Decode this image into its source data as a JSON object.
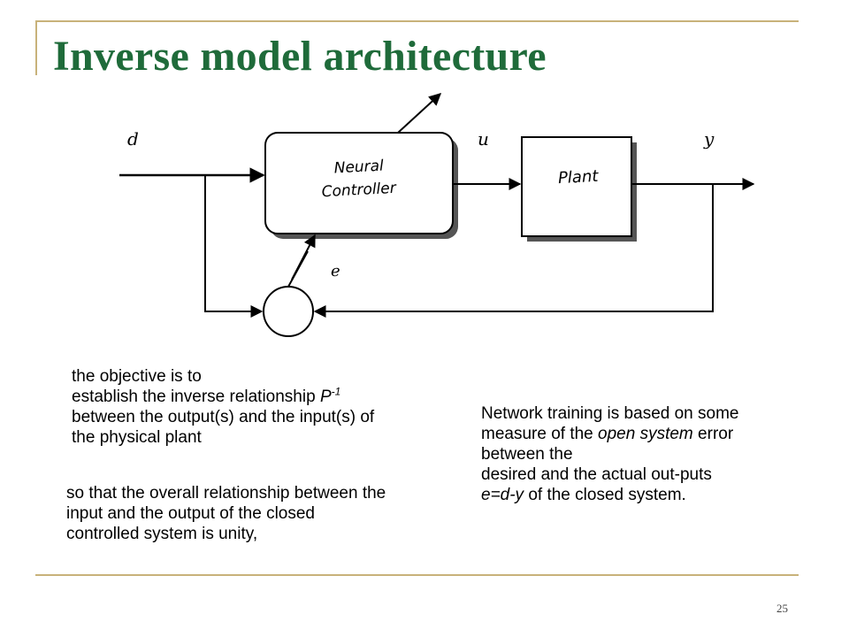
{
  "slide": {
    "title": "Inverse model architecture",
    "page_number": "25"
  },
  "diagram": {
    "input_label": "d",
    "control_label": "u",
    "output_label": "y",
    "error_label": "e",
    "controller_label_line1": "Neural",
    "controller_label_line2": "Controller",
    "plant_label": "Plant"
  },
  "left_text": {
    "line1": "the objective is to",
    "line2_prefix": "establish the inverse relationship ",
    "line2_symbol": "P",
    "line2_superscript": "-1",
    "line3": "between the output(s) and the input(s) of",
    "line4": "the physical plant",
    "unity_line1": "so that the overall relationship between the",
    "unity_line2": "input and the output of the closed",
    "unity_line3": "controlled system is unity,"
  },
  "right_text": {
    "line1": "Network training is based on some",
    "line2_prefix": "measure of the ",
    "line2_italic": "open system",
    "line2_suffix": " error",
    "line3": "between the",
    "line4": "desired and the actual out-puts",
    "line5_italic": "e=d-y",
    "line5_suffix": " of the closed system."
  },
  "colors": {
    "title": "#1f6b3a",
    "decoration": "#c8b27a"
  }
}
